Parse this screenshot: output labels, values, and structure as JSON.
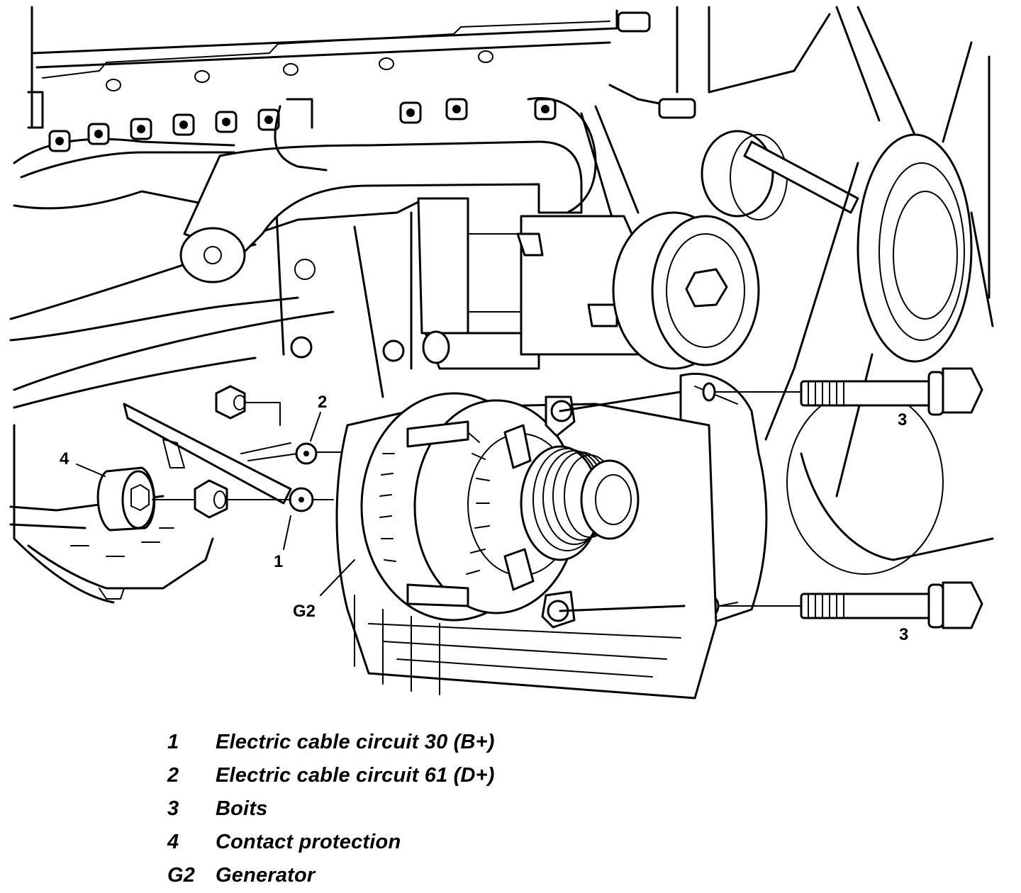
{
  "callouts": {
    "c1": "1",
    "c2": "2",
    "c3a": "3",
    "c3b": "3",
    "c4": "4",
    "g2": "G2"
  },
  "legend": [
    {
      "key": "1",
      "text": "Electric cable circuit 30 (B+)"
    },
    {
      "key": "2",
      "text": "Electric cable circuit 61 (D+)"
    },
    {
      "key": "3",
      "text": "Boits"
    },
    {
      "key": "4",
      "text": "Contact protection"
    },
    {
      "key": "G2",
      "text": "Generator"
    }
  ]
}
